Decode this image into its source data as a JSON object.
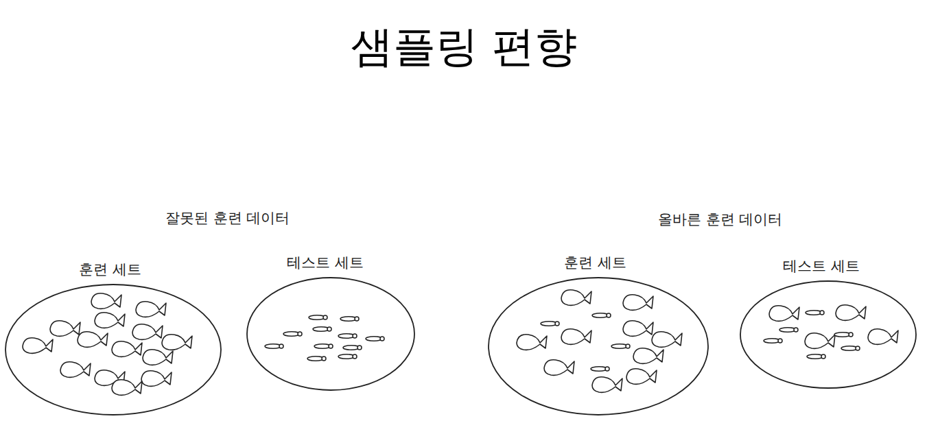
{
  "diagram": {
    "title": "샘플링 편향",
    "nodes": [
      {
        "text": [
          "훈련 세트"
        ]
      },
      {
        "text": [
          "테스트 세트"
        ]
      },
      {
        "text": [
          "훈련 세트"
        ]
      },
      {
        "text": [
          "테스트 세트"
        ]
      }
    ],
    "labels": [
      "잘못된 훈련 데이터",
      "올바른 훈련 데이터"
    ]
  }
}
